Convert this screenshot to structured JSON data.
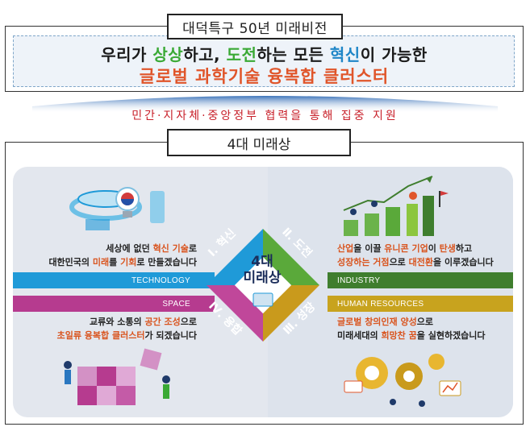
{
  "header": {
    "title": "대덕특구 50년 미래비전"
  },
  "vision": {
    "line1_a": "우리가 ",
    "line1_b": "상상",
    "line1_c": "하고, ",
    "line1_d": "도전",
    "line1_e": "하는 모든 ",
    "line1_f": "혁신",
    "line1_g": "이 가능한",
    "line2": "글로벌 과학기술 융복합 클러스터",
    "colors": {
      "green": "#3aa935",
      "blue": "#1f86c7",
      "orange": "#e0552a"
    }
  },
  "support": {
    "text": "민간·지자체·중앙정부 협력을 통해 집중 지원"
  },
  "section": {
    "title": "4대 미래상"
  },
  "hub": {
    "line1": "4대",
    "line2": "미래상"
  },
  "segments": [
    {
      "label": "Ⅰ. 혁신",
      "color": "#1f9ad8"
    },
    {
      "label": "Ⅱ. 도전",
      "color": "#5aa93a"
    },
    {
      "label": "Ⅲ. 성장",
      "color": "#c99a1c"
    },
    {
      "label": "Ⅳ. 융합",
      "color": "#c0479a"
    }
  ],
  "quadrants": {
    "technology": {
      "band": "TECHNOLOGY",
      "line1_a": "세상에 없던 ",
      "line1_b": "혁신 기술",
      "line1_c": "로",
      "line2_a": "대한민국의 ",
      "line2_b": "미래",
      "line2_c": "를 ",
      "line2_d": "기회",
      "line2_e": "로 만들겠습니다"
    },
    "space": {
      "band": "SPACE",
      "line1_a": "교류와 소통의 ",
      "line1_b": "공간 조성",
      "line1_c": "으로",
      "line2_a": "초일류 융복합 클러스터",
      "line2_b": "가 되겠습니다"
    },
    "industry": {
      "band": "INDUSTRY",
      "line1_a": "산업",
      "line1_b": "을 이끌 ",
      "line1_c": "유니콘 기업",
      "line1_d": "이 ",
      "line1_e": "탄생",
      "line1_f": "하고",
      "line2_a": "성장하는 거점",
      "line2_b": "으로 ",
      "line2_c": "대전환",
      "line2_d": "을 이루겠습니다"
    },
    "human": {
      "band": "HUMAN RESOURCES",
      "line1_a": "글로벌 창의인재 양성",
      "line1_b": "으로",
      "line2_a": "미래세대의 ",
      "line2_b": "희망찬 꿈",
      "line2_c": "을 실현하겠습니다"
    }
  }
}
